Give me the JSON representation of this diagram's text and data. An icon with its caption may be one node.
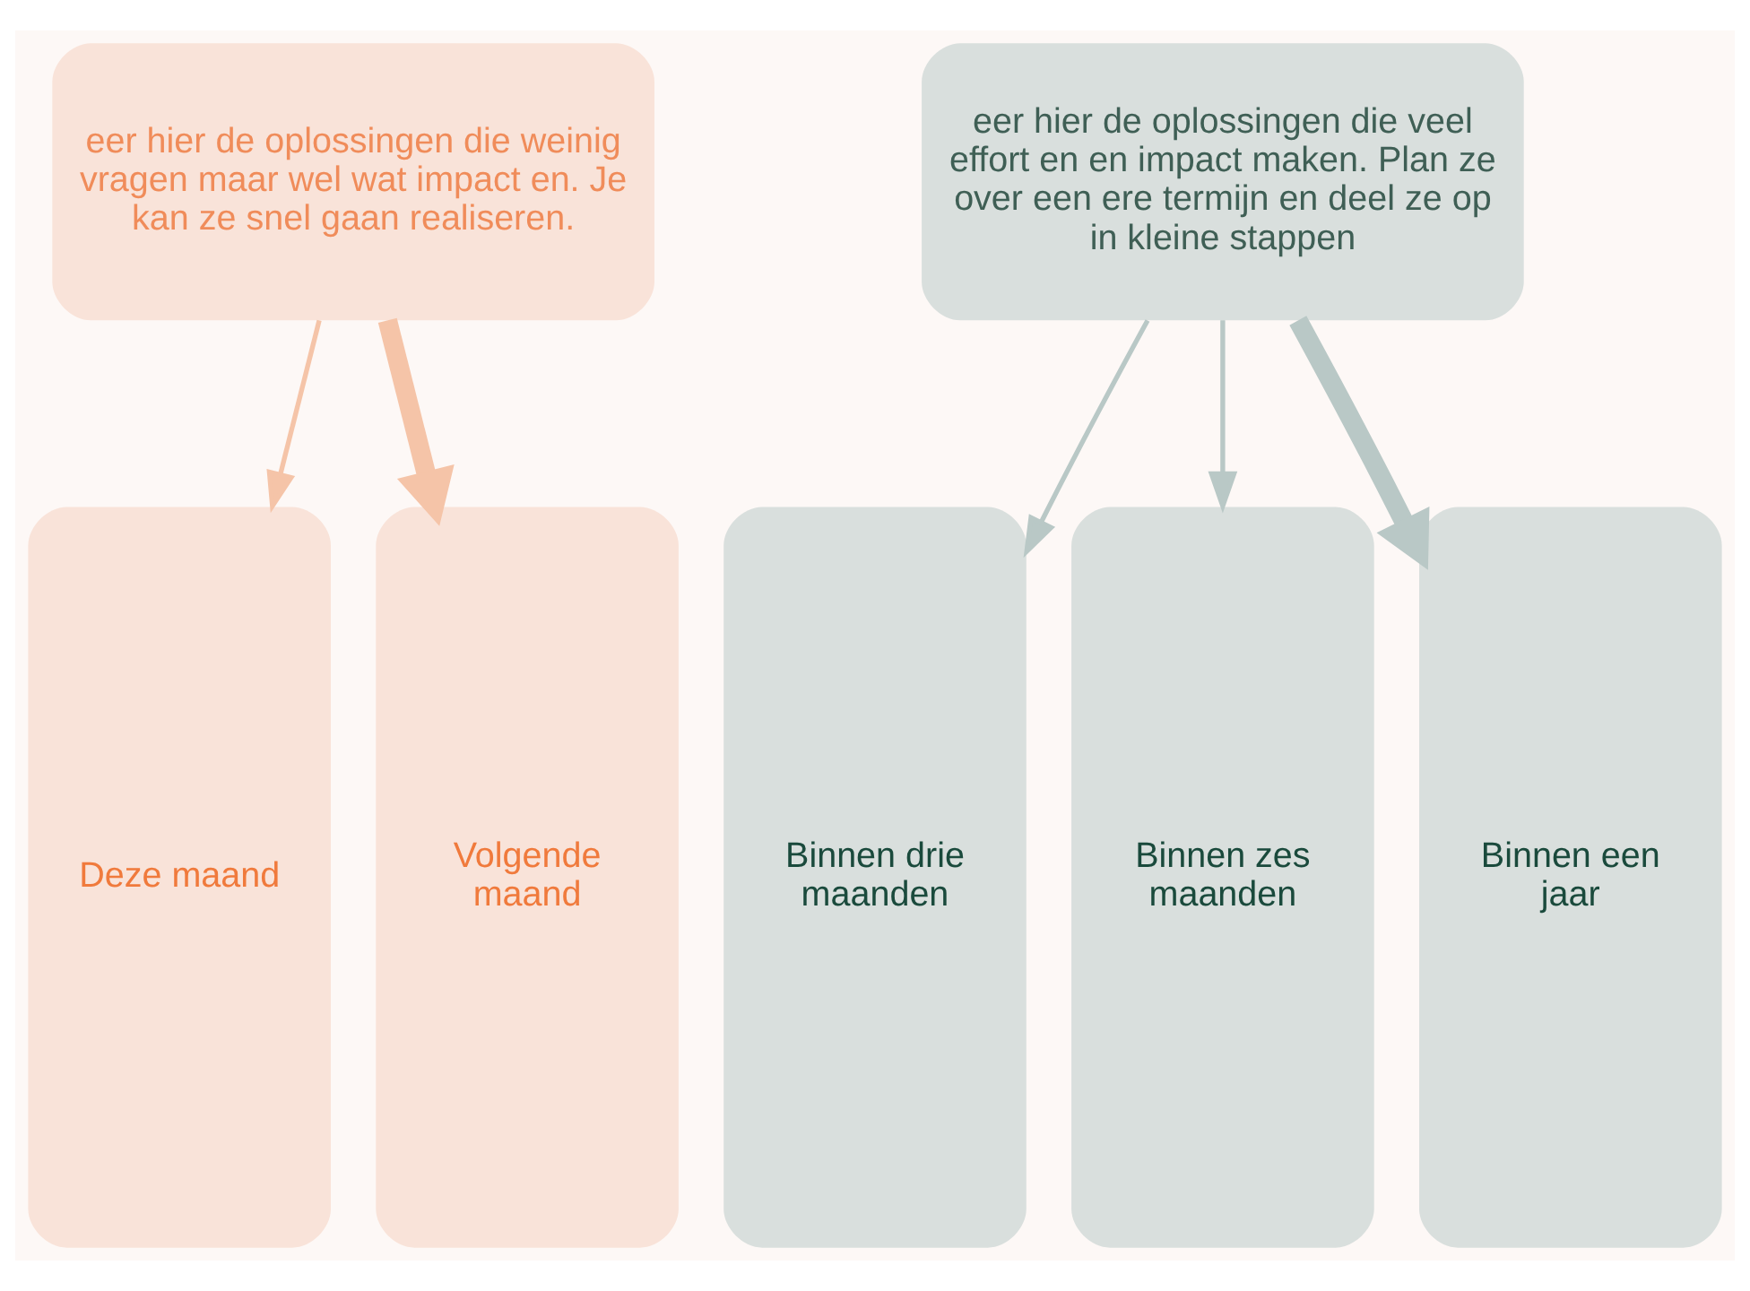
{
  "diagram": {
    "nodes": [
      {
        "text": [
          "eer hier de oplossingen die weinig vragen maar wel wat impact en. Je kan ze snel gaan realiseren."
        ]
      },
      {
        "text": [
          "eer hier de oplossingen die veel effort en en impact maken. Plan ze over een ere termijn en deel ze op in kleine stappen"
        ]
      },
      {
        "text": [
          "Deze maand"
        ]
      },
      {
        "text": [
          "Volgende maand"
        ]
      },
      {
        "text": [
          "Binnen drie maanden"
        ]
      },
      {
        "text": [
          "Binnen zes maanden"
        ]
      },
      {
        "text": [
          "Binnen een jaar"
        ]
      }
    ],
    "edges": [
      {
        "from": 0,
        "to": 2,
        "arrow": "to",
        "color": "#f5c4a8"
      },
      {
        "from": 0,
        "to": 3,
        "arrow": "to",
        "color": "#f5c4a8",
        "style": "thick"
      },
      {
        "from": 1,
        "to": 4,
        "arrow": "to"
      },
      {
        "from": 1,
        "to": 5,
        "arrow": "to"
      },
      {
        "from": 1,
        "to": 6,
        "arrow": "to",
        "style": "thick"
      }
    ]
  }
}
